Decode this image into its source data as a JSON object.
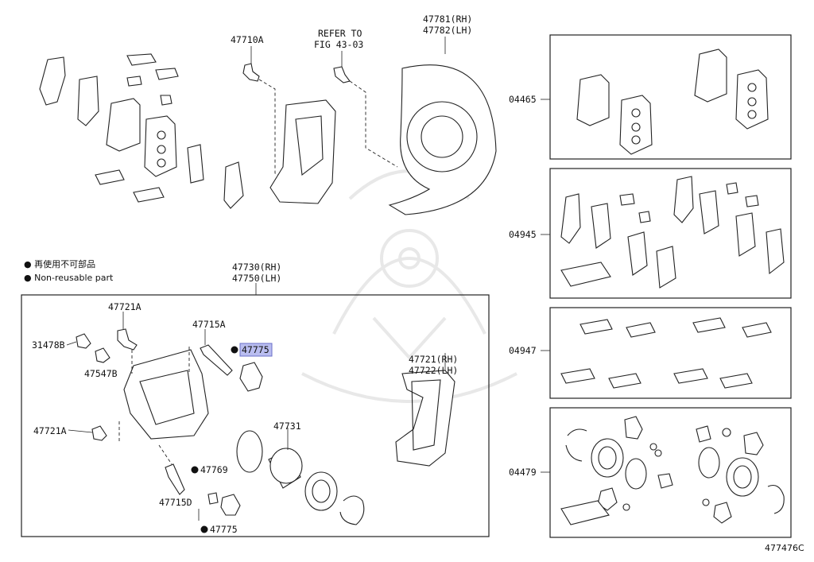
{
  "legend": {
    "bullet_jp": "● 再使用不可部品",
    "bullet_en": "● Non-reusable part"
  },
  "labels": {
    "p47710A": "47710A",
    "refer_to": "REFER TO",
    "fig": "FIG 43-03",
    "p47781": "47781(RH)",
    "p47782": "47782(LH)",
    "p47730": "47730(RH)",
    "p47750": "47750(LH)",
    "p47721A_top": "47721A",
    "p31478B": "31478B",
    "p47547B": "47547B",
    "p47715A": "47715A",
    "p47775_hl": "47775",
    "p47721": "47721(RH)",
    "p47722": "47722(LH)",
    "p47721A_left": "47721A",
    "p47731": "47731",
    "p47769": "47769",
    "p47715D": "47715D",
    "p47775_bottom": "47775",
    "p04465": "04465",
    "p04945": "04945",
    "p04947": "04947",
    "p04479": "04479",
    "code": "477476C"
  },
  "colors": {
    "highlight_fill": "#b9bdf0",
    "highlight_stroke": "#6b70c9",
    "line": "#222222",
    "watermark": "#e6e6e6"
  }
}
